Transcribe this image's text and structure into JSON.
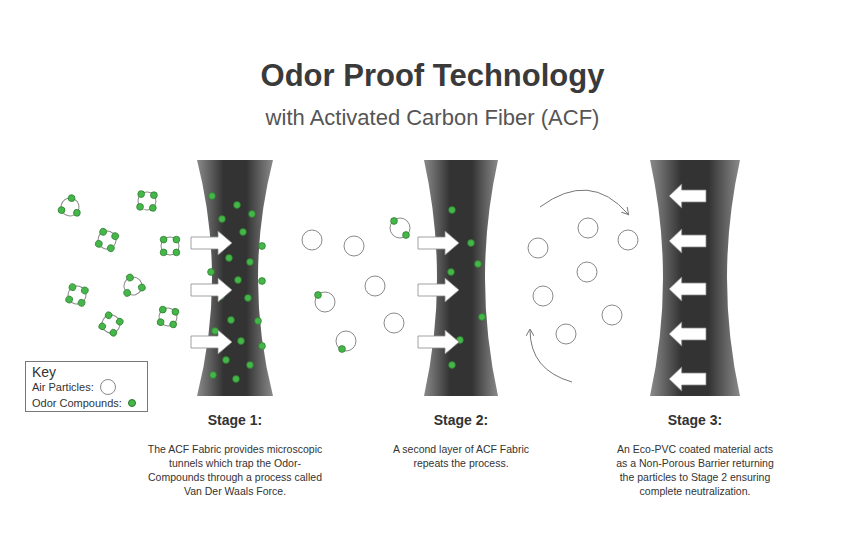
{
  "diagram": {
    "title": "Odor Proof Technology",
    "nodes": [
      {
        "text": [
          "Stage 1:",
          "The ACF Fabric provides microscopic tunnels which trap the Odor-Compounds through a process called Van Der Waals Force."
        ]
      },
      {
        "text": [
          "Stage 2:",
          "A second layer of ACF Fabric repeats the process."
        ]
      },
      {
        "text": [
          "Stage 3:",
          "An Eco-PVC coated material acts as a Non-Porous Barrier returning the particles to Stage 2 ensuring complete neutralization."
        ]
      }
    ],
    "labels": [
      "with Activated Carbon Fiber (ACF)",
      "Key"
    ],
    "legend": [
      {
        "text": "Air Particles:"
      },
      {
        "text": "Odor Compounds:",
        "color": "#45b649"
      }
    ]
  }
}
